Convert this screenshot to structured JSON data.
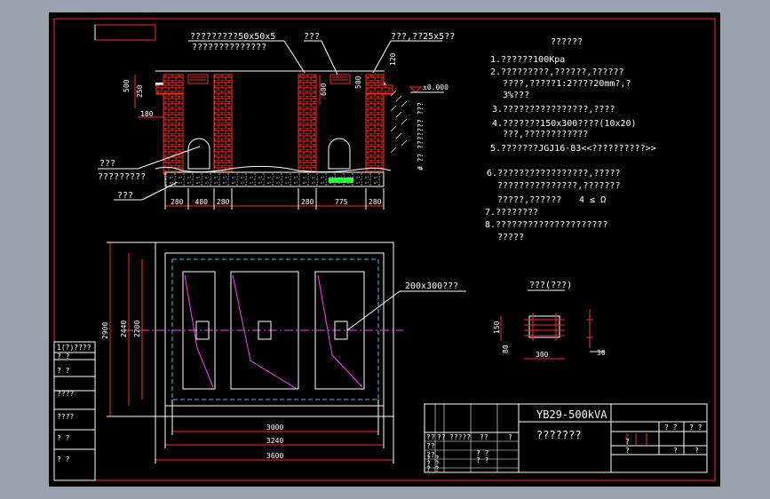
{
  "drawing": {
    "section_labels": {
      "cover_plate": "?????????50x50x5",
      "cover_plate_2": "??????????????",
      "vent": "???",
      "angle": "???,??25x5??",
      "left_label_1": "???",
      "left_label_2": "?????????",
      "left_label_3": "???",
      "elev": "±0.000",
      "dim_500_left": "500",
      "dim_250": "250",
      "dim_180": "180",
      "dim_600": "600",
      "dim_500_right": "500",
      "dim_120": "120",
      "vertical_note": "# ?? ??????? ???",
      "bottom_dims": [
        "280",
        "480",
        "280",
        "280",
        "775",
        "280"
      ]
    },
    "plan": {
      "dim_3000": "3000",
      "dim_3240": "3240",
      "dim_3600": "3600",
      "dim_2900": "2900",
      "dim_2440": "2440",
      "dim_2200": "2200",
      "hole_label": "200x300???"
    },
    "notes": {
      "title": "??????",
      "lines": [
        "1.??????100Kpa",
        "2.?????????,??????,??????",
        "????,?????1:2????20mm?,?",
        "3%???",
        "3.????????????????,????",
        "4.???????150x300????(10x20)",
        "???,????????????",
        "5.???????JGJ16-83<<??????????>>",
        "6.?????????????????,?????",
        "???????????????,???????",
        "?????,??????",
        "7.????????",
        "8.?????????????????????",
        "?????"
      ],
      "note6_symbol": "4 ≤ Ω"
    },
    "detail": {
      "title": "???(???)",
      "dim_150": "150",
      "dim_80": "80",
      "dim_300": "300",
      "dim_30": "30"
    },
    "title_block": {
      "project": "YB29-500kVA",
      "subtitle": "???????",
      "cells_left": [
        "??",
        "??",
        "?????",
        "??",
        "?",
        "??",
        "??"
      ],
      "cells_right": [
        "? ?",
        "? ?",
        "?",
        "?",
        "?",
        "?"
      ],
      "cells_bottom": [
        "? ?",
        "? ?",
        "? ?",
        "? ?",
        "? ?"
      ]
    },
    "left_strip": [
      "1(?)????",
      "? ?",
      "? ?",
      "????",
      "????",
      "? ?",
      "? ?"
    ],
    "colors": {
      "background": "#000000",
      "line": "#ffffff",
      "brick": "#ff2a1a",
      "cyan": "#22d3ee",
      "magenta": "#ff3cff",
      "red_dim": "#ff2a2a",
      "green": "#22ff44"
    }
  }
}
